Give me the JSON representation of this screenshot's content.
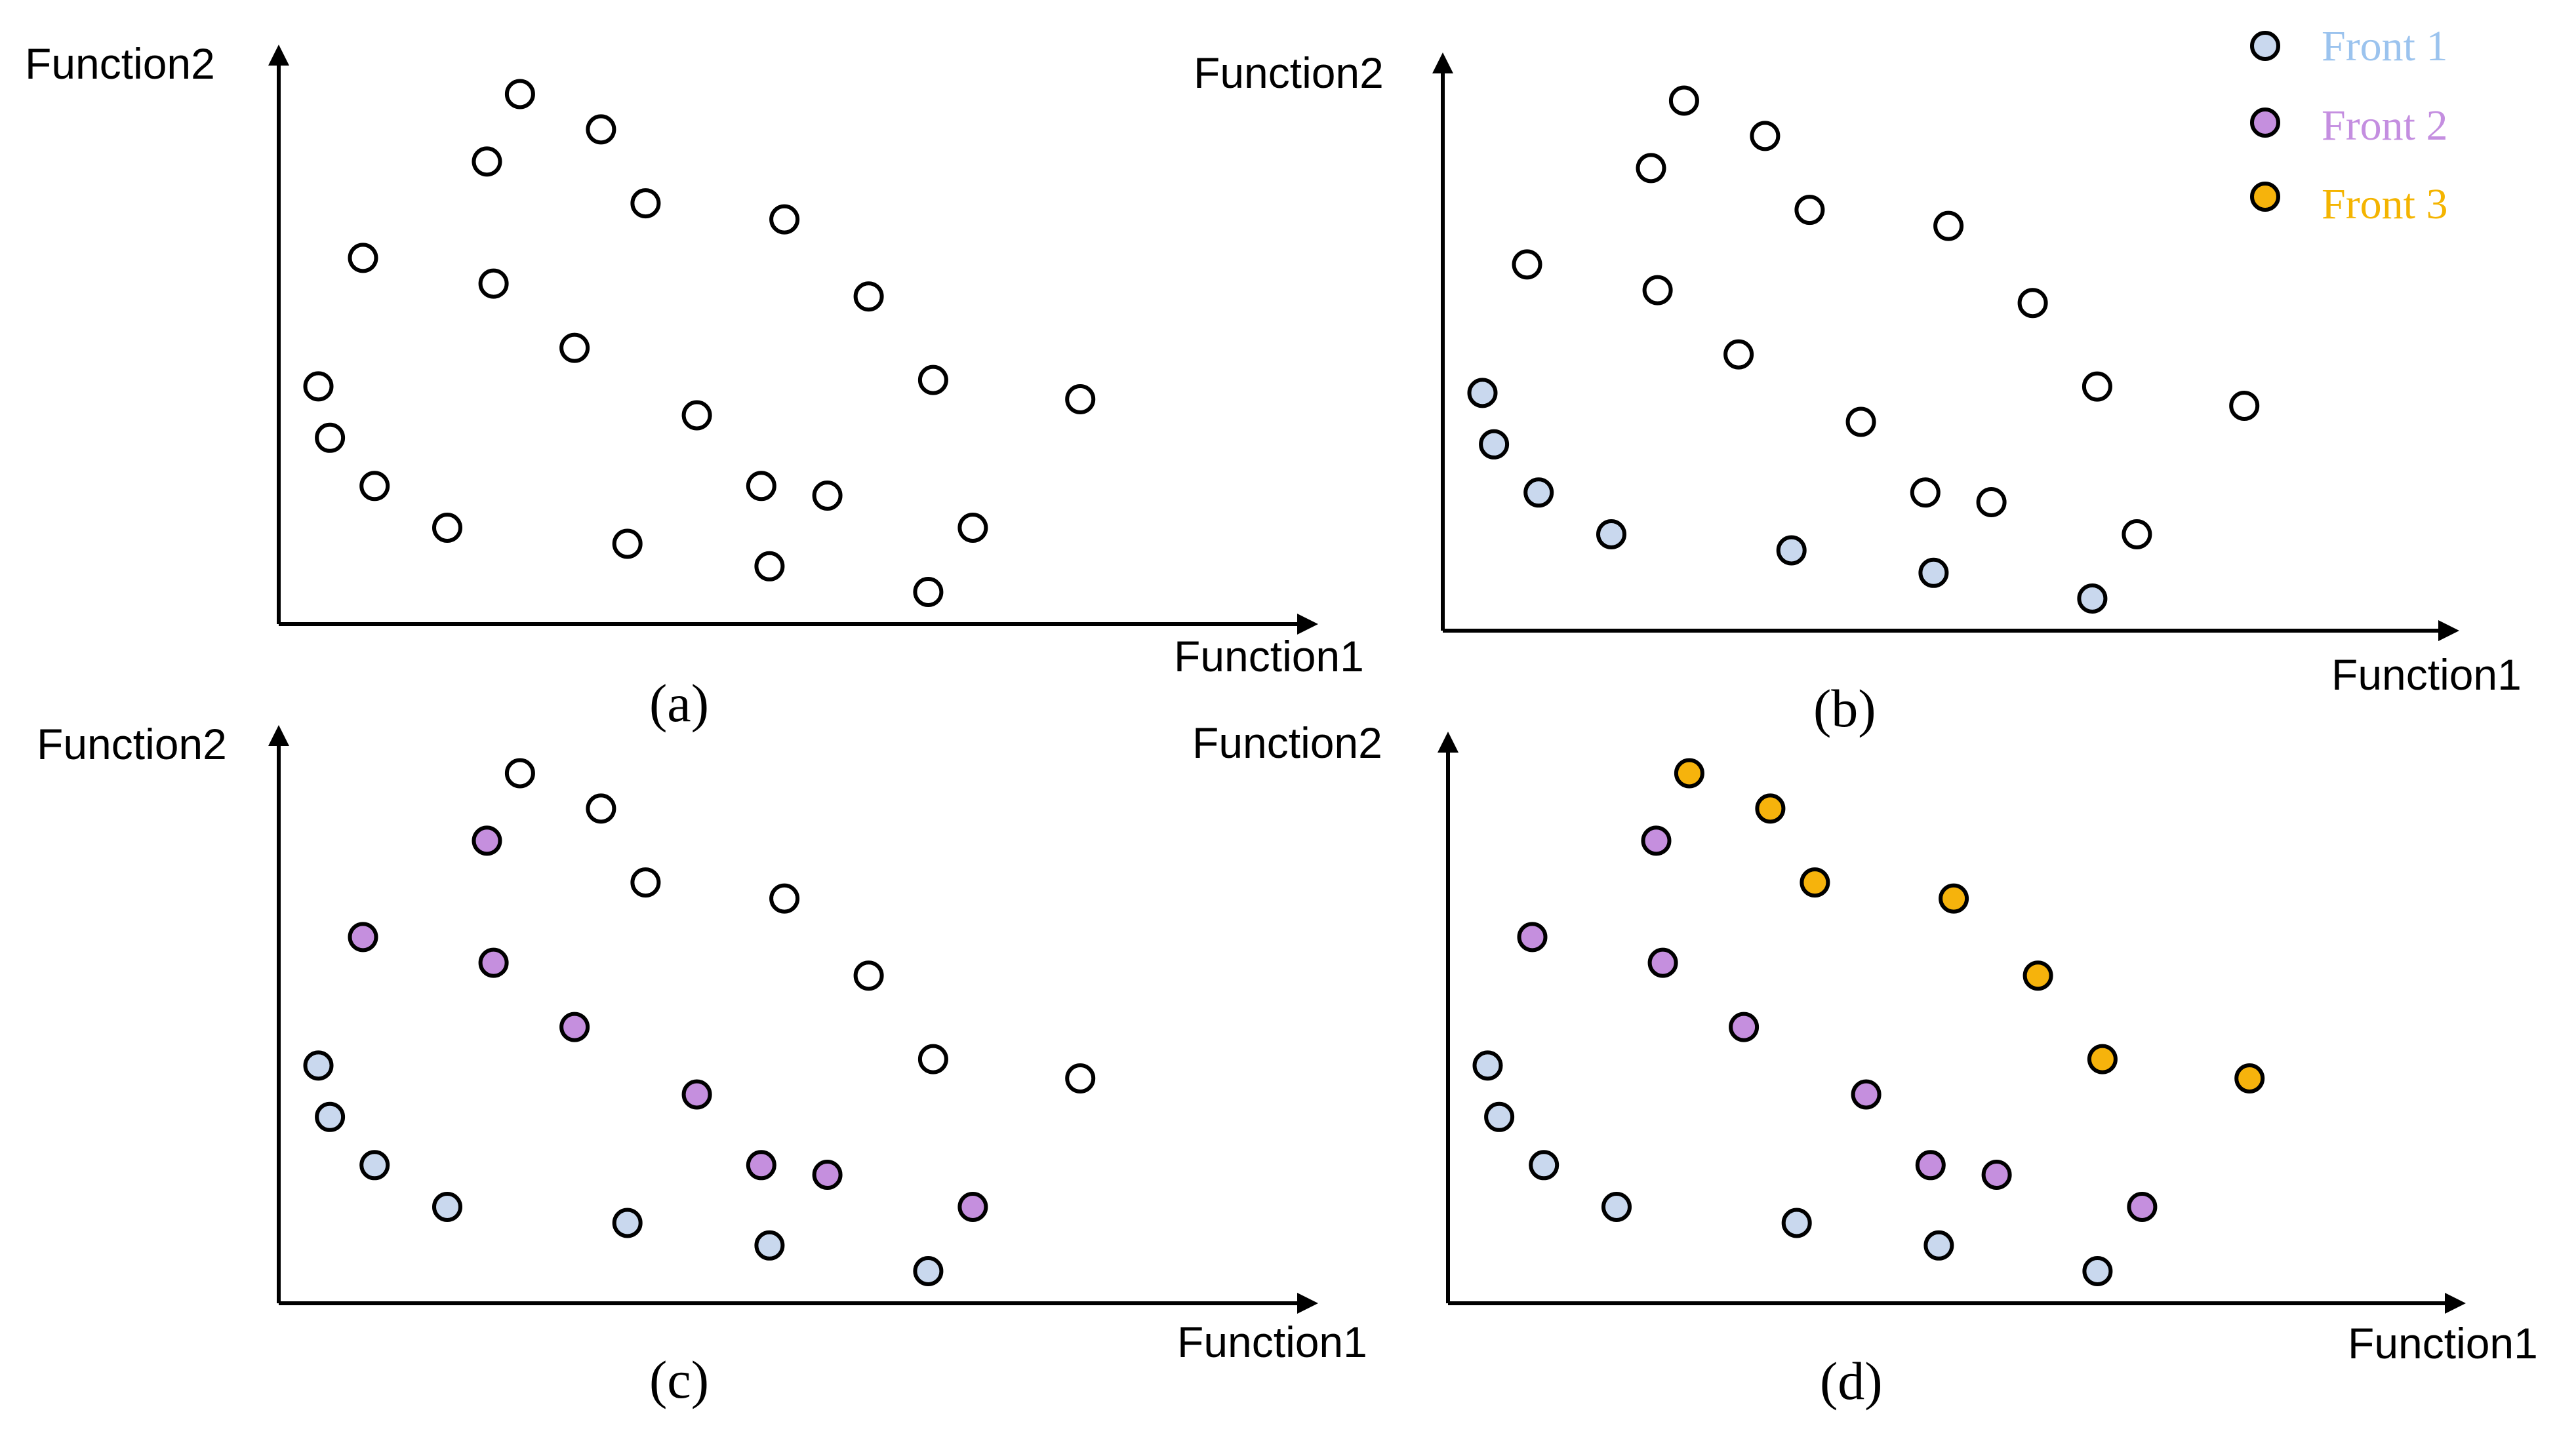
{
  "colors": {
    "front1": "#c9d8ee",
    "front2": "#c58fde",
    "front3": "#f6b30c",
    "unassigned": "#ffffff",
    "front1_label": "#9bc3ee",
    "front2_label": "#c48ee0",
    "front3_label": "#f4b400"
  },
  "legend": [
    {
      "label": "Front 1",
      "front": 1
    },
    {
      "label": "Front 2",
      "front": 2
    },
    {
      "label": "Front 3",
      "front": 3
    }
  ],
  "axis_labels": {
    "x": "Function1",
    "y": "Function2"
  },
  "captions": {
    "a": "(a)",
    "b": "(b)",
    "c": "(c)",
    "d": "(d)"
  },
  "chart_data": {
    "type": "scatter",
    "xlabel": "Function1",
    "ylabel": "Function2",
    "points": [
      {
        "x": 2.4,
        "y": 7.4,
        "rank": 1
      },
      {
        "x": 3.1,
        "y": 5.8,
        "rank": 1
      },
      {
        "x": 5.8,
        "y": 4.3,
        "rank": 1
      },
      {
        "x": 10.2,
        "y": 3.0,
        "rank": 1
      },
      {
        "x": 21.1,
        "y": 2.5,
        "rank": 1
      },
      {
        "x": 29.7,
        "y": 1.8,
        "rank": 1
      },
      {
        "x": 39.3,
        "y": 1.0,
        "rank": 1
      },
      {
        "x": 5.1,
        "y": 11.4,
        "rank": 2
      },
      {
        "x": 13.0,
        "y": 10.6,
        "rank": 2
      },
      {
        "x": 17.9,
        "y": 8.6,
        "rank": 2
      },
      {
        "x": 25.3,
        "y": 6.5,
        "rank": 2
      },
      {
        "x": 12.6,
        "y": 14.4,
        "rank": 2
      },
      {
        "x": 29.2,
        "y": 4.3,
        "rank": 2
      },
      {
        "x": 33.2,
        "y": 4.0,
        "rank": 2
      },
      {
        "x": 42.0,
        "y": 3.0,
        "rank": 2
      },
      {
        "x": 14.6,
        "y": 16.5,
        "rank": 3
      },
      {
        "x": 19.5,
        "y": 15.4,
        "rank": 3
      },
      {
        "x": 22.2,
        "y": 13.1,
        "rank": 3
      },
      {
        "x": 30.6,
        "y": 12.6,
        "rank": 3
      },
      {
        "x": 35.7,
        "y": 10.2,
        "rank": 3
      },
      {
        "x": 39.6,
        "y": 7.6,
        "rank": 3
      },
      {
        "x": 48.5,
        "y": 7.0,
        "rank": 3
      }
    ]
  },
  "panels": [
    {
      "id": "a",
      "ranks_shown": 0
    },
    {
      "id": "b",
      "ranks_shown": 1
    },
    {
      "id": "c",
      "ranks_shown": 2
    },
    {
      "id": "d",
      "ranks_shown": 3
    }
  ]
}
